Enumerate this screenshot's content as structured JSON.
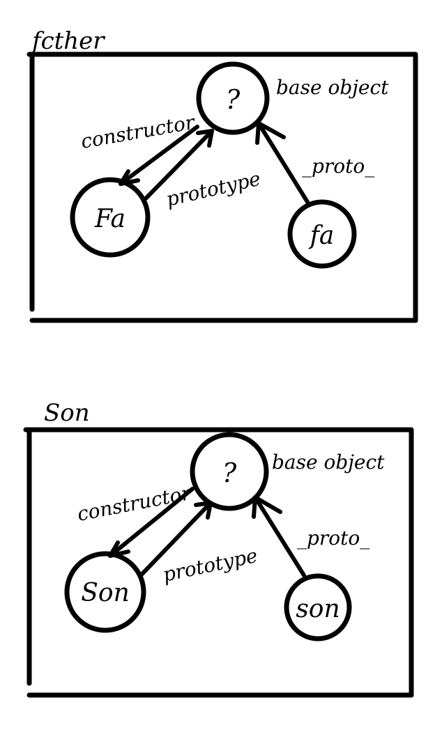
{
  "diagrams": [
    {
      "title": "fcther",
      "base_object_label": "base object",
      "base_node_text": "?",
      "left_node_text": "Fa",
      "right_node_text": "fa",
      "edge_constructor": "constructor",
      "edge_prototype": "prototype",
      "edge_proto": "_proto_"
    },
    {
      "title": "Son",
      "base_object_label": "base object",
      "base_node_text": "?",
      "left_node_text": "Son",
      "right_node_text": "son",
      "edge_constructor": "constructor",
      "edge_prototype": "prototype",
      "edge_proto": "_proto_"
    }
  ]
}
